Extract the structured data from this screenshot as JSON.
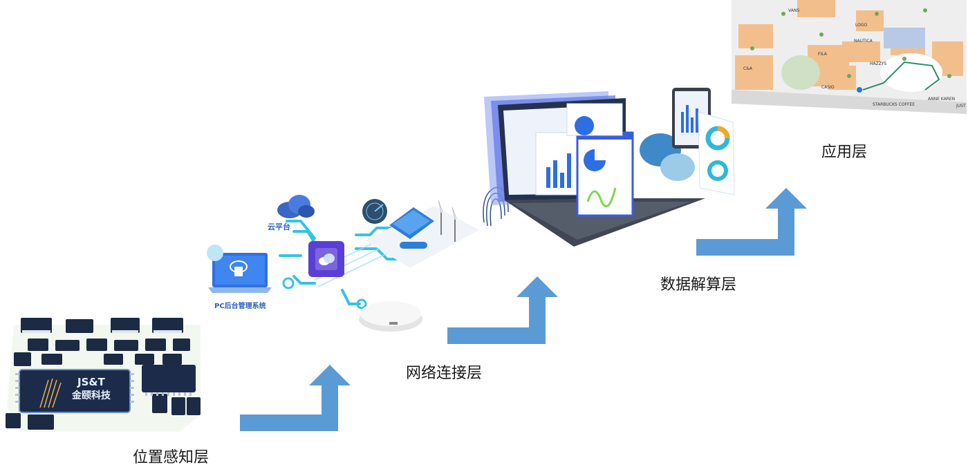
{
  "layers": {
    "perception": "位置感知层",
    "network": "网络连接层",
    "compute": "数据解算层",
    "application": "应用层"
  },
  "network_components": {
    "cloud_platform": "云平台",
    "pc_backend": "PC后台管理系统"
  },
  "chip_logo": {
    "brand_en": "JS&T",
    "brand_cn": "金颐科技"
  },
  "map_stores": [
    "VANS",
    "LOGO",
    "NAUTICA",
    "FILA",
    "HAZZYS",
    "C&A",
    "CASIO",
    "STARBUCKS COFFEE",
    "ANNE KAREN",
    "JUST"
  ],
  "colors": {
    "arrow": "#5b9bd5",
    "accent_blue": "#2d6fe0",
    "chip_dark": "#1c2b4a",
    "map_orange": "#f2bf8c"
  }
}
